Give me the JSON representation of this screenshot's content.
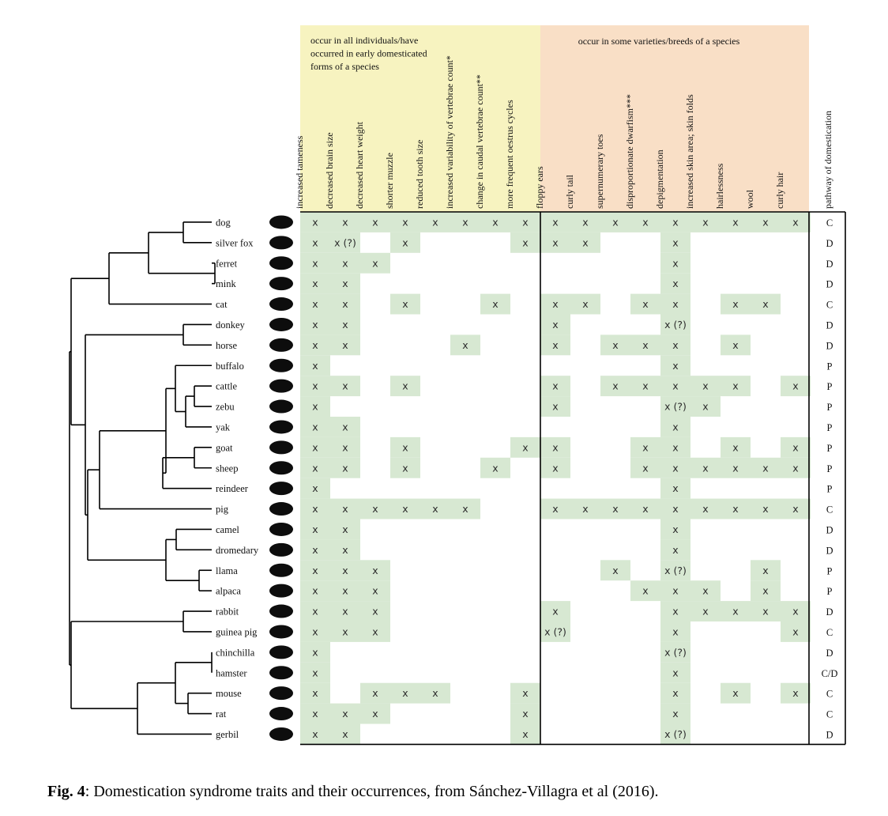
{
  "figure": {
    "group_headers": {
      "all": [
        "occur in all individuals/have",
        "occurred in early domesticated",
        "forms of a species"
      ],
      "some": "occur in some varieties/breeds of a species"
    },
    "trait_columns": [
      "increased tameness",
      "decreased brain size",
      "decreased heart weight",
      "shorter muzzle",
      "reduced tooth size",
      "increased variability of vertebrae count*",
      "change in caudal vertebrae count**",
      "more frequent oestrus cycles",
      "floppy ears",
      "curly tail",
      "supernumerary toes",
      "disproportionate dwarfism***",
      "depigmentation",
      "increased skin area; skin folds",
      "hairlessness",
      "wool",
      "curly hair"
    ],
    "pathway_header": "pathway of domestication",
    "rows": [
      {
        "species": "dog",
        "marks": [
          [
            0,
            "x"
          ],
          [
            1,
            "x"
          ],
          [
            2,
            "x"
          ],
          [
            3,
            "x"
          ],
          [
            4,
            "x"
          ],
          [
            5,
            "x"
          ],
          [
            6,
            "x"
          ],
          [
            7,
            "x"
          ],
          [
            8,
            "x"
          ],
          [
            9,
            "x"
          ],
          [
            10,
            "x"
          ],
          [
            11,
            "x"
          ],
          [
            12,
            "x"
          ],
          [
            13,
            "x"
          ],
          [
            14,
            "x"
          ],
          [
            15,
            "x"
          ],
          [
            16,
            "x"
          ]
        ],
        "pathway": "C"
      },
      {
        "species": "silver fox",
        "marks": [
          [
            0,
            "x"
          ],
          [
            1,
            "x (?)"
          ],
          [
            3,
            "x"
          ],
          [
            7,
            "x"
          ],
          [
            8,
            "x"
          ],
          [
            9,
            "x"
          ],
          [
            12,
            "x"
          ]
        ],
        "pathway": "D"
      },
      {
        "species": "ferret",
        "marks": [
          [
            0,
            "x"
          ],
          [
            1,
            "x"
          ],
          [
            2,
            "x"
          ],
          [
            12,
            "x"
          ]
        ],
        "pathway": "D"
      },
      {
        "species": "mink",
        "marks": [
          [
            0,
            "x"
          ],
          [
            1,
            "x"
          ],
          [
            12,
            "x"
          ]
        ],
        "pathway": "D"
      },
      {
        "species": "cat",
        "marks": [
          [
            0,
            "x"
          ],
          [
            1,
            "x"
          ],
          [
            3,
            "x"
          ],
          [
            6,
            "x"
          ],
          [
            8,
            "x"
          ],
          [
            9,
            "x"
          ],
          [
            11,
            "x"
          ],
          [
            12,
            "x"
          ],
          [
            14,
            "x"
          ],
          [
            15,
            "x"
          ]
        ],
        "pathway": "C"
      },
      {
        "species": "donkey",
        "marks": [
          [
            0,
            "x"
          ],
          [
            1,
            "x"
          ],
          [
            8,
            "x"
          ],
          [
            12,
            "x (?)"
          ]
        ],
        "pathway": "D"
      },
      {
        "species": "horse",
        "marks": [
          [
            0,
            "x"
          ],
          [
            1,
            "x"
          ],
          [
            5,
            "x"
          ],
          [
            8,
            "x"
          ],
          [
            10,
            "x"
          ],
          [
            11,
            "x"
          ],
          [
            12,
            "x"
          ],
          [
            14,
            "x"
          ]
        ],
        "pathway": "D"
      },
      {
        "species": "buffalo",
        "marks": [
          [
            0,
            "x"
          ],
          [
            12,
            "x"
          ]
        ],
        "pathway": "P"
      },
      {
        "species": "cattle",
        "marks": [
          [
            0,
            "x"
          ],
          [
            1,
            "x"
          ],
          [
            3,
            "x"
          ],
          [
            8,
            "x"
          ],
          [
            10,
            "x"
          ],
          [
            11,
            "x"
          ],
          [
            12,
            "x"
          ],
          [
            13,
            "x"
          ],
          [
            14,
            "x"
          ],
          [
            16,
            "x"
          ]
        ],
        "pathway": "P"
      },
      {
        "species": "zebu",
        "marks": [
          [
            0,
            "x"
          ],
          [
            8,
            "x"
          ],
          [
            12,
            "x (?)"
          ],
          [
            13,
            "x"
          ]
        ],
        "pathway": "P"
      },
      {
        "species": "yak",
        "marks": [
          [
            0,
            "x"
          ],
          [
            1,
            "x"
          ],
          [
            12,
            "x"
          ]
        ],
        "pathway": "P"
      },
      {
        "species": "goat",
        "marks": [
          [
            0,
            "x"
          ],
          [
            1,
            "x"
          ],
          [
            3,
            "x"
          ],
          [
            7,
            "x"
          ],
          [
            8,
            "x"
          ],
          [
            11,
            "x"
          ],
          [
            12,
            "x"
          ],
          [
            14,
            "x"
          ],
          [
            16,
            "x"
          ]
        ],
        "pathway": "P"
      },
      {
        "species": "sheep",
        "marks": [
          [
            0,
            "x"
          ],
          [
            1,
            "x"
          ],
          [
            3,
            "x"
          ],
          [
            6,
            "x"
          ],
          [
            8,
            "x"
          ],
          [
            11,
            "x"
          ],
          [
            12,
            "x"
          ],
          [
            13,
            "x"
          ],
          [
            14,
            "x"
          ],
          [
            15,
            "x"
          ],
          [
            16,
            "x"
          ]
        ],
        "pathway": "P"
      },
      {
        "species": "reindeer",
        "marks": [
          [
            0,
            "x"
          ],
          [
            12,
            "x"
          ]
        ],
        "pathway": "P"
      },
      {
        "species": "pig",
        "marks": [
          [
            0,
            "x"
          ],
          [
            1,
            "x"
          ],
          [
            2,
            "x"
          ],
          [
            3,
            "x"
          ],
          [
            4,
            "x"
          ],
          [
            5,
            "x"
          ],
          [
            8,
            "x"
          ],
          [
            9,
            "x"
          ],
          [
            10,
            "x"
          ],
          [
            11,
            "x"
          ],
          [
            12,
            "x"
          ],
          [
            13,
            "x"
          ],
          [
            14,
            "x"
          ],
          [
            15,
            "x"
          ],
          [
            16,
            "x"
          ]
        ],
        "pathway": "C"
      },
      {
        "species": "camel",
        "marks": [
          [
            0,
            "x"
          ],
          [
            1,
            "x"
          ],
          [
            12,
            "x"
          ]
        ],
        "pathway": "D"
      },
      {
        "species": "dromedary",
        "marks": [
          [
            0,
            "x"
          ],
          [
            1,
            "x"
          ],
          [
            12,
            "x"
          ]
        ],
        "pathway": "D"
      },
      {
        "species": "llama",
        "marks": [
          [
            0,
            "x"
          ],
          [
            1,
            "x"
          ],
          [
            2,
            "x"
          ],
          [
            10,
            "x"
          ],
          [
            12,
            "x (?)"
          ],
          [
            15,
            "x"
          ]
        ],
        "pathway": "P"
      },
      {
        "species": "alpaca",
        "marks": [
          [
            0,
            "x"
          ],
          [
            1,
            "x"
          ],
          [
            2,
            "x"
          ],
          [
            11,
            "x"
          ],
          [
            12,
            "x"
          ],
          [
            13,
            "x"
          ],
          [
            15,
            "x"
          ]
        ],
        "pathway": "P"
      },
      {
        "species": "rabbit",
        "marks": [
          [
            0,
            "x"
          ],
          [
            1,
            "x"
          ],
          [
            2,
            "x"
          ],
          [
            8,
            "x"
          ],
          [
            12,
            "x"
          ],
          [
            13,
            "x"
          ],
          [
            14,
            "x"
          ],
          [
            15,
            "x"
          ],
          [
            16,
            "x"
          ]
        ],
        "pathway": "D"
      },
      {
        "species": "guinea pig",
        "marks": [
          [
            0,
            "x"
          ],
          [
            1,
            "x"
          ],
          [
            2,
            "x"
          ],
          [
            8,
            "x (?)"
          ],
          [
            12,
            "x"
          ],
          [
            16,
            "x"
          ]
        ],
        "pathway": "C"
      },
      {
        "species": "chinchilla",
        "marks": [
          [
            0,
            "x"
          ],
          [
            12,
            "x (?)"
          ]
        ],
        "pathway": "D"
      },
      {
        "species": "hamster",
        "marks": [
          [
            0,
            "x"
          ],
          [
            12,
            "x"
          ]
        ],
        "pathway": "C/D"
      },
      {
        "species": "mouse",
        "marks": [
          [
            0,
            "x"
          ],
          [
            2,
            "x"
          ],
          [
            3,
            "x"
          ],
          [
            4,
            "x"
          ],
          [
            7,
            "x"
          ],
          [
            12,
            "x"
          ],
          [
            14,
            "x"
          ],
          [
            16,
            "x"
          ]
        ],
        "pathway": "C"
      },
      {
        "species": "rat",
        "marks": [
          [
            0,
            "x"
          ],
          [
            1,
            "x"
          ],
          [
            2,
            "x"
          ],
          [
            7,
            "x"
          ],
          [
            12,
            "x"
          ]
        ],
        "pathway": "C"
      },
      {
        "species": "gerbil",
        "marks": [
          [
            0,
            "x"
          ],
          [
            1,
            "x"
          ],
          [
            7,
            "x"
          ],
          [
            12,
            "x (?)"
          ]
        ],
        "pathway": "D"
      }
    ],
    "colors": {
      "panel_all": "#f7f3c0",
      "panel_some": "#f9dfc6",
      "cell_fill": "#d7e8d2",
      "mark_text": "#2c2c2c",
      "line": "#000000"
    }
  },
  "caption": {
    "label": "Fig. 4",
    "text": ": Domestication syndrome traits and their occurrences, from Sánchez-Villagra et al (2016)."
  }
}
